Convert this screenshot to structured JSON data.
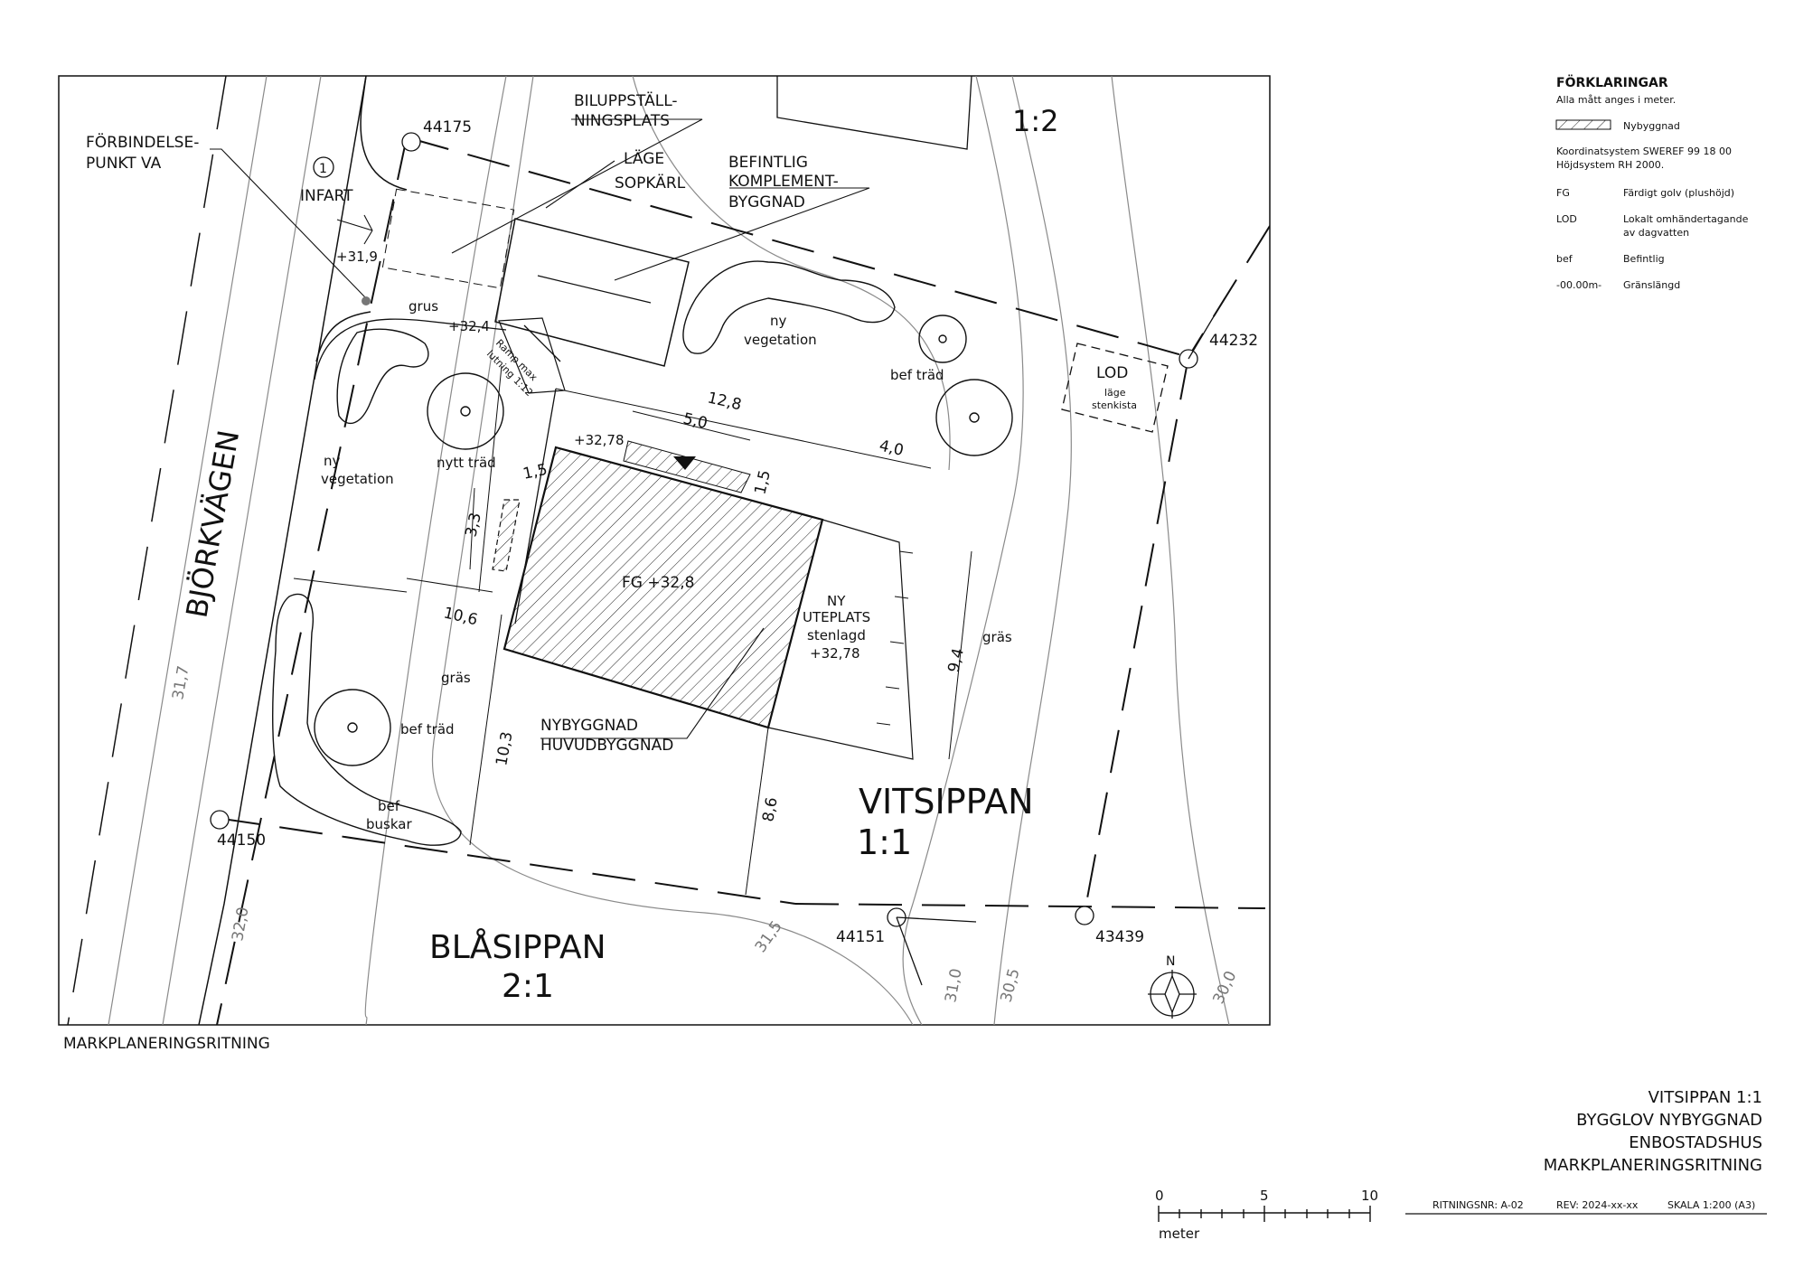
{
  "drawing_caption": "MARKPLANERINGSRITNING",
  "plot": {
    "title": "VITSIPPAN",
    "title_no": "1:1",
    "neighbor_north": "1:2",
    "neighbor_south": "BLÅSIPPAN",
    "neighbor_south_no": "2:1",
    "street": "BJÖRKVÄGEN"
  },
  "points": {
    "p1": "44175",
    "p2": "44232",
    "p3": "44150",
    "p4": "44151",
    "p5": "43439"
  },
  "labels": {
    "forbindelse_1": "FÖRBINDELSE-",
    "forbindelse_2": "PUNKT VA",
    "infart_no": "1",
    "infart": "INFART",
    "bil_1": "BILUPPSTÄLL-",
    "bil_2": "NINGSPLATS",
    "sop_1": "LÄGE",
    "sop_2": "SOPKÄRL",
    "komp_1": "BEFINTLIG",
    "komp_2": "KOMPLEMENT-",
    "komp_3": "BYGGNAD",
    "grus": "grus",
    "level_entry": "+31,9",
    "level_ramp": "+32,4",
    "ramp_1": "Ramp max",
    "ramp_2": "lutning 1:12",
    "ny_veg_1": "ny",
    "ny_veg_2": "vegetation",
    "nytt_trad": "nytt träd",
    "bef_trad": "bef träd",
    "lod": "LOD",
    "lod_sub_1": "läge",
    "lod_sub_2": "stenkista",
    "level_corner": "+32,78",
    "fg": "FG +32,8",
    "ute_1": "NY",
    "ute_2": "UTEPLATS",
    "ute_3": "stenlagd",
    "ute_4": "+32,78",
    "gras": "gräs",
    "nyb_1": "NYBYGGNAD",
    "nyb_2": "HUVUDBYGGNAD",
    "bef_buskar_1": "bef",
    "bef_buskar_2": "buskar",
    "north": "N"
  },
  "dimensions": {
    "d_12_8": "12,8",
    "d_5_0": "5,0",
    "d_4_0": "4,0",
    "d_1_5a": "1,5",
    "d_1_5b": "1,5",
    "d_3_3": "3,3",
    "d_10_6": "10,6",
    "d_9_4": "9,4",
    "d_10_3": "10,3",
    "d_8_6": "8,6"
  },
  "contours": [
    "31,7",
    "32,0",
    "31,5",
    "31,0",
    "30,5",
    "30,0"
  ],
  "legend": {
    "title": "FÖRKLARINGAR",
    "subtitle": "Alla mått anges i meter.",
    "hatch_label": "Nybyggnad",
    "coord_1": "Koordinatsystem SWEREF 99 18 00",
    "coord_2": "Höjdsystem RH 2000.",
    "items": [
      {
        "key": "FG",
        "value": "Färdigt golv (plushöjd)"
      },
      {
        "key": "LOD",
        "value": "Lokalt omhändertagande",
        "value2": "av dagvatten"
      },
      {
        "key": "bef",
        "value": "Befintlig"
      },
      {
        "key": "-00.00m-",
        "value": "Gränslängd"
      }
    ]
  },
  "titleblock": {
    "line1": "VITSIPPAN 1:1",
    "line2": "BYGGLOV NYBYGGNAD",
    "line3": "ENBOSTADSHUS",
    "line4": "MARKPLANERINGSRITNING",
    "drawing_no": "RITNINGSNR: A-02",
    "revision": "REV: 2024-xx-xx",
    "scale": "SKALA 1:200 (A3)"
  },
  "scalebar": {
    "t0": "0",
    "t5": "5",
    "t10": "10",
    "unit": "meter"
  }
}
